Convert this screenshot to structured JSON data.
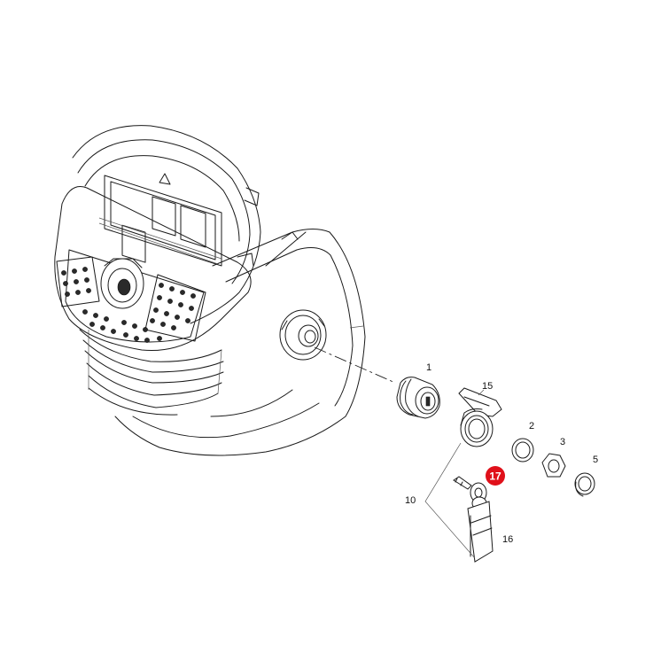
{
  "callouts": [
    {
      "id": "c1",
      "label": "1"
    },
    {
      "id": "c15",
      "label": "15"
    },
    {
      "id": "c2",
      "label": "2"
    },
    {
      "id": "c3",
      "label": "3"
    },
    {
      "id": "c5",
      "label": "5"
    },
    {
      "id": "c10",
      "label": "10"
    },
    {
      "id": "c16",
      "label": "16"
    }
  ],
  "highlight": {
    "label": "17",
    "color": "#e0101a"
  },
  "colors": {
    "line": "#1a1a1a",
    "background": "#ffffff"
  }
}
